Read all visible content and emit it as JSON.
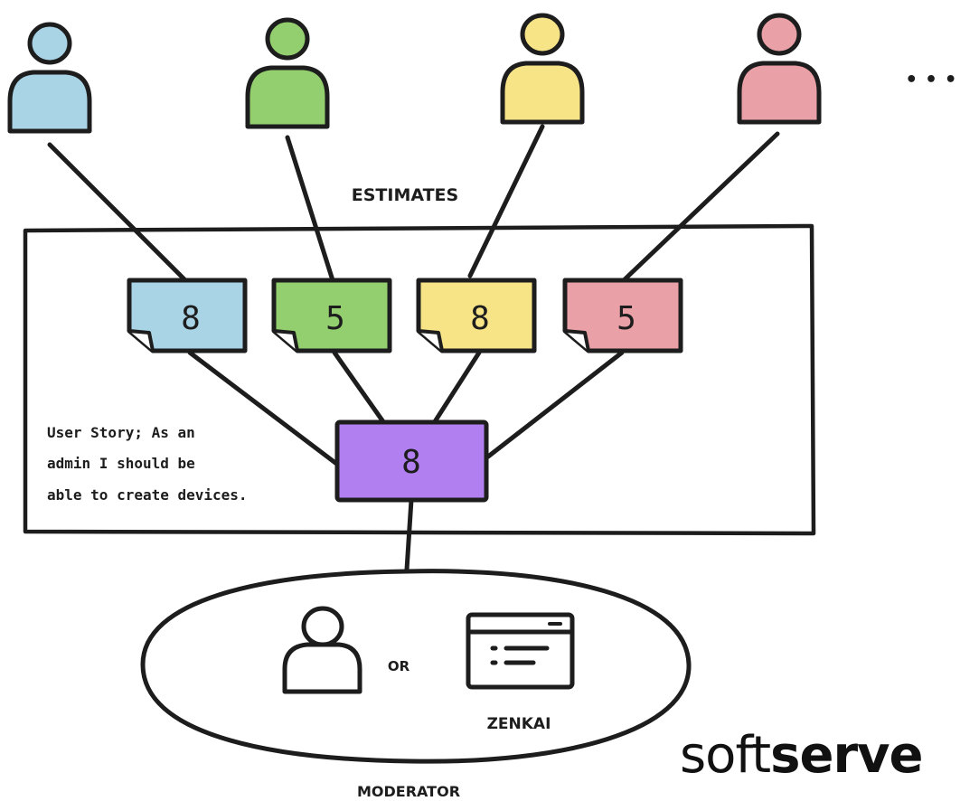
{
  "labels": {
    "estimates": "ESTIMATES",
    "moderator": "MODERATOR",
    "or": "OR",
    "tool": "ZENKAI",
    "ellipsis": "• • •"
  },
  "story": {
    "lines": [
      "User Story; As an",
      "admin I should be",
      "able to create devices."
    ]
  },
  "estimates": [
    {
      "value": "8",
      "color": "#a9d4e6"
    },
    {
      "value": "5",
      "color": "#93cf6e"
    },
    {
      "value": "8",
      "color": "#f7e487"
    },
    {
      "value": "5",
      "color": "#e9a0a6"
    }
  ],
  "final_estimate": {
    "value": "8",
    "color": "#b17ff0"
  },
  "colors": {
    "ink": "#1d1d1d",
    "participant_blue": "#a9d4e6",
    "participant_green": "#93cf6e",
    "participant_yellow": "#f7e487",
    "participant_pink": "#e9a0a6"
  },
  "icons": {
    "participants": [
      "person-icon",
      "person-icon",
      "person-icon",
      "person-icon"
    ],
    "moderator_person": "person-icon",
    "moderator_tool": "app-window-icon"
  },
  "logo": {
    "light": "soft",
    "bold": "serve"
  }
}
